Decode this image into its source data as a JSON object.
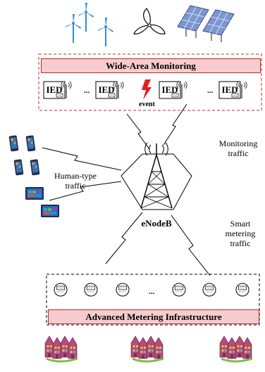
{
  "wam": {
    "title": "Wide-Area Monitoring",
    "ied_label": "IED",
    "ellipsis": "...",
    "event_label": "event"
  },
  "center": {
    "enodeb_label": "eNodeB",
    "monitoring_traffic": "Monitoring traffic",
    "human_traffic": "Human-type traffic",
    "smart_metering_traffic": "Smart metering traffic"
  },
  "ami": {
    "title": "Advanced Metering Infrastructure",
    "ellipsis": "..."
  },
  "colors": {
    "banner_fill": "#f6cccd",
    "banner_border": "#c0272d",
    "turbine": "#2e8fd6",
    "solar_panel": "#7c96d1",
    "lightning": "#e31b23",
    "phone": "#27406f",
    "building": "#b44b7d"
  },
  "icons": [
    "wind-turbine-icon",
    "windmill-icon",
    "solar-panel-icon",
    "ied-device-icon",
    "antenna-icon",
    "lightning-bolt-icon",
    "cell-tower-icon",
    "smartphone-icon",
    "tablet-icon",
    "smart-meter-icon",
    "house-row-icon"
  ]
}
